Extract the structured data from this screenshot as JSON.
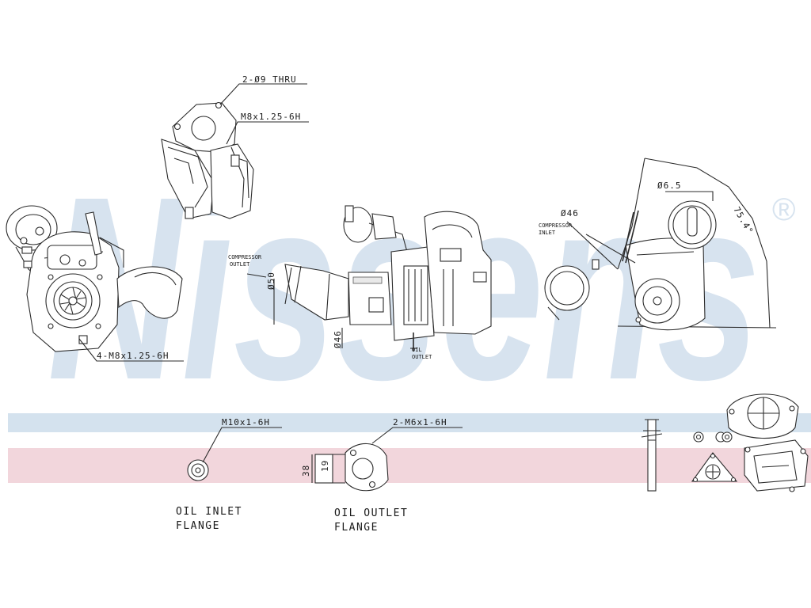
{
  "watermark": {
    "brand": "Nissens",
    "registered": "®"
  },
  "colors": {
    "watermark_blue": "#d7e3ef",
    "band_blue": "#d4e2ee",
    "band_pink": "#f2d6dc",
    "line": "#2b2b2b"
  },
  "labels": {
    "thru_holes": "2-Ø9 THRU",
    "flange_thread": "M8x1.25-6H",
    "bolt_pattern": "4-M8x1.25-6H",
    "compressor_outlet_1": "COMPRESSOR",
    "compressor_outlet_2": "OUTLET",
    "dia_50": "Ø50",
    "dia_46": "Ø46",
    "oil_outlet_small_1": "OIL",
    "oil_outlet_small_2": "OUTLET",
    "dia_46b": "Ø46",
    "compressor_inlet_1": "COMPRESSOR",
    "compressor_inlet_2": "INLET",
    "dia_6_5": "Ø6.5",
    "angle": "75.4°",
    "oil_inlet_thread": "M10x1-6H",
    "oil_outlet_thread": "2-M6x1-6H",
    "dim_38": "38",
    "dim_19": "19",
    "oil_inlet_caption_1": "OIL INLET",
    "oil_inlet_caption_2": "FLANGE",
    "oil_outlet_caption_1": "OIL OUTLET",
    "oil_outlet_caption_2": "FLANGE"
  }
}
